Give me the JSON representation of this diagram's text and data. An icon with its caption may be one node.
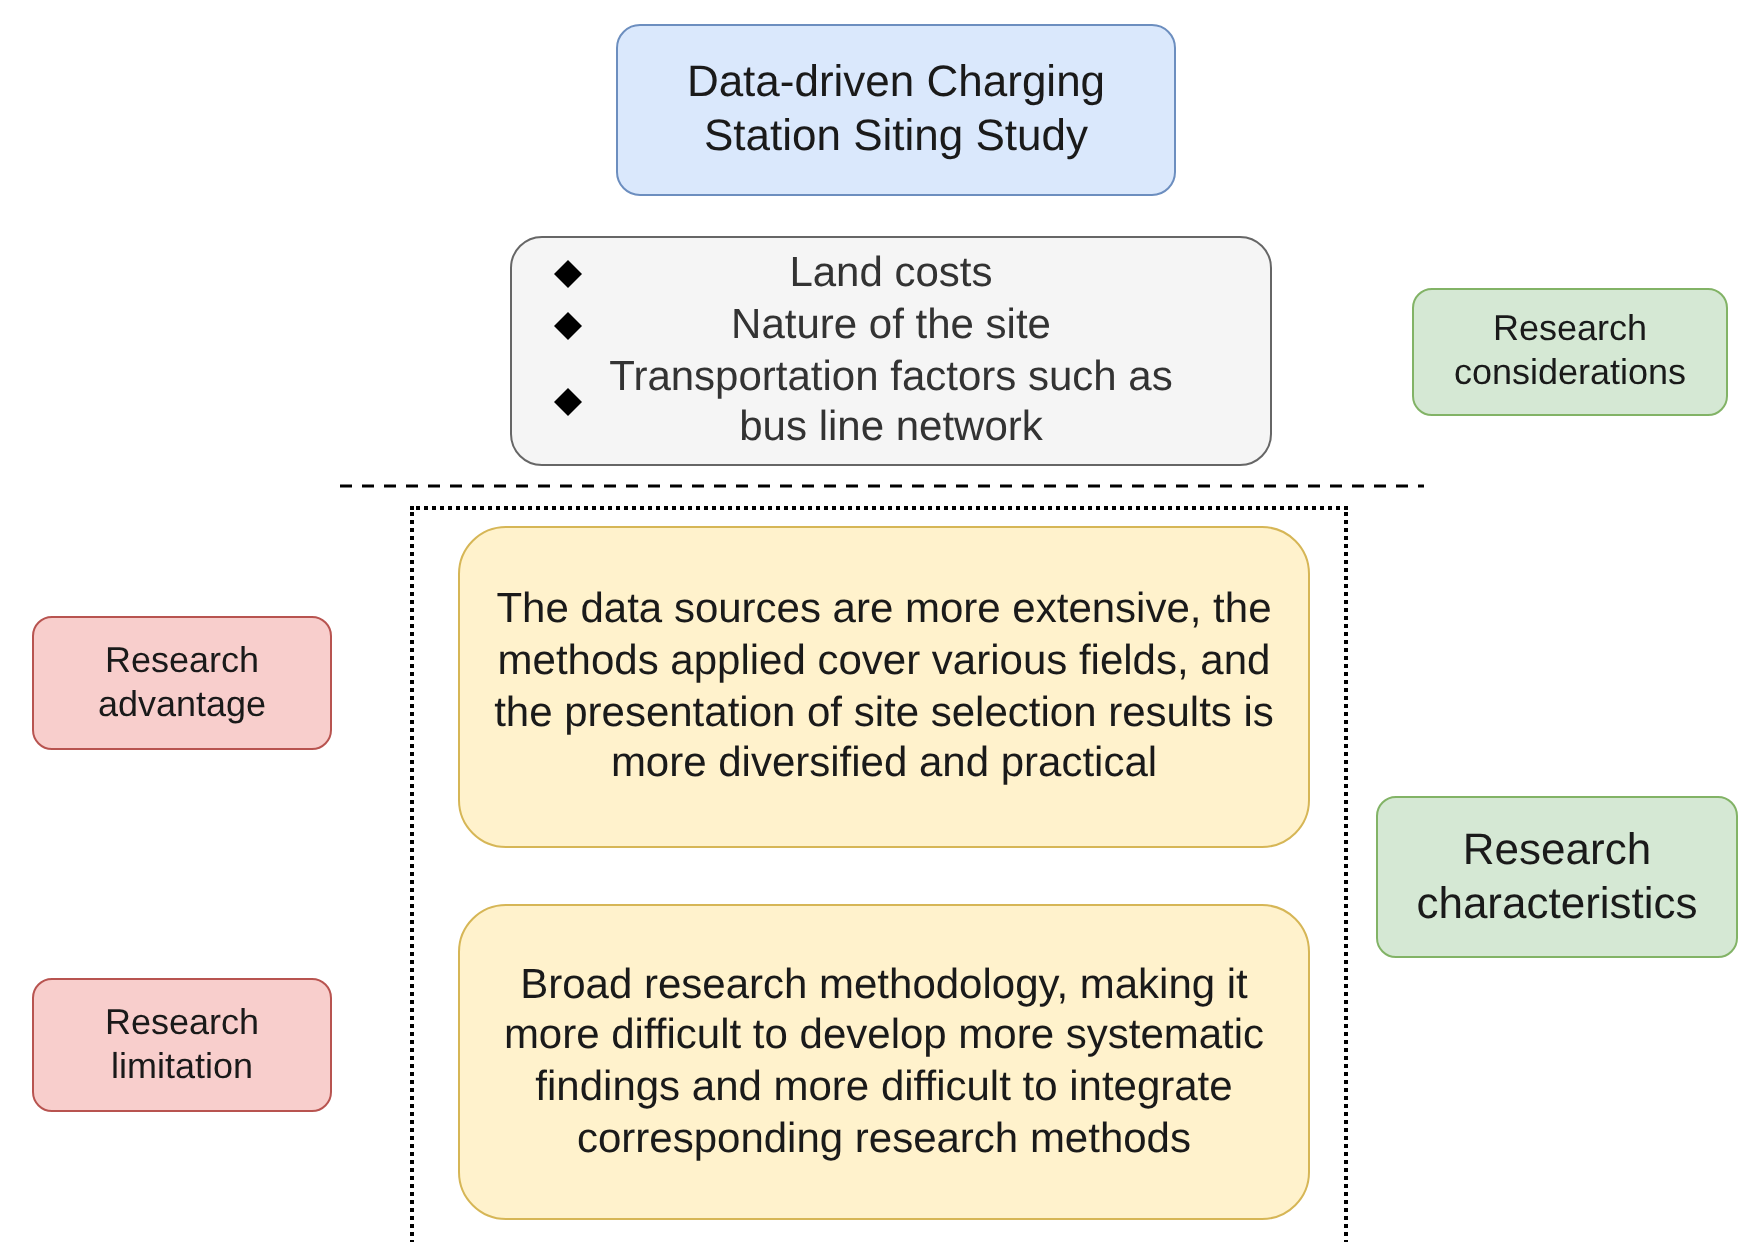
{
  "diagram": {
    "nodes": [
      {
        "text": [
          "Data-driven Charging Station Siting Study"
        ]
      },
      {
        "text": [
          "Land costs",
          "Nature of the site",
          "Transportation factors such as bus line network"
        ]
      },
      {
        "text": [
          "Research considerations"
        ]
      },
      {
        "text": [],
        "shape": "box"
      },
      {
        "text": [
          "The data sources are more extensive, the methods applied cover various fields, and the presentation of site selection results is more diversified and practical"
        ],
        "in": 3
      },
      {
        "text": [
          "Broad research methodology, making it more difficult to develop more systematic findings and more difficult to integrate corresponding research methods"
        ],
        "in": 3
      },
      {
        "text": [
          "Research advantage"
        ]
      },
      {
        "text": [
          "Research characteristics"
        ]
      },
      {
        "text": [
          "Research limitation"
        ]
      }
    ]
  }
}
